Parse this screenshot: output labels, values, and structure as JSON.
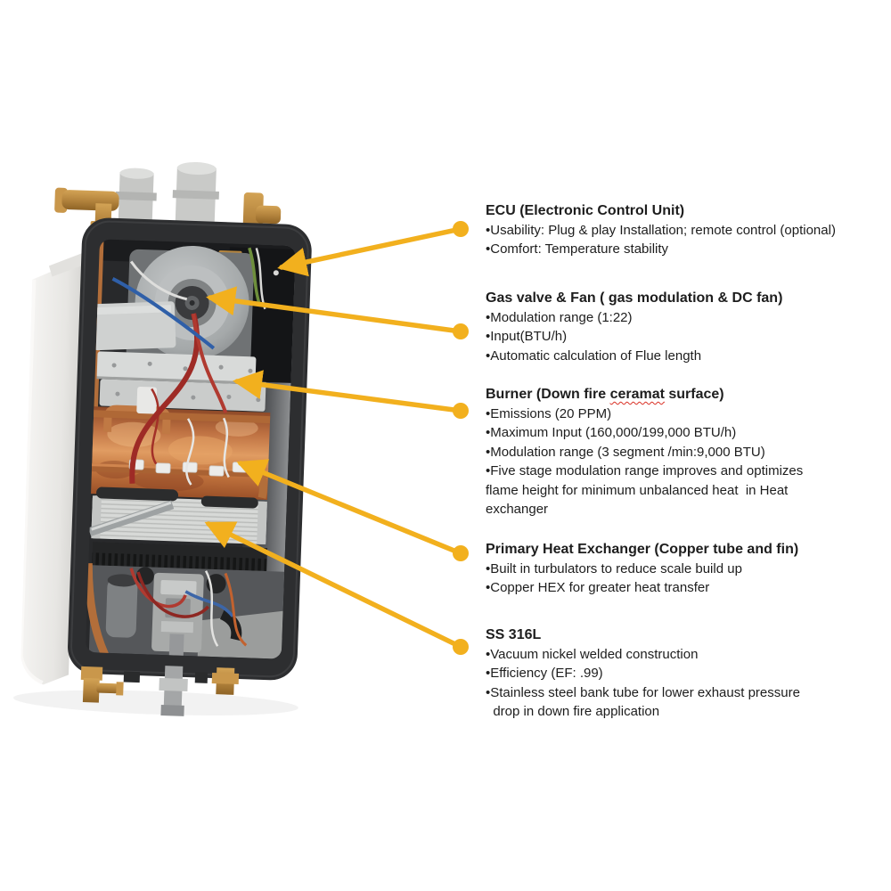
{
  "illustration": {
    "alt": "Tankless gas water heater internal cutaway"
  },
  "colors": {
    "accent_arrow": "#F2B01E",
    "copper": "#B26E3A",
    "brass": "#BE8A42",
    "case_frame": "#2D2E30",
    "text": "#1D1D1D"
  },
  "callouts": [
    {
      "heading": "ECU (Electronic Control Unit)",
      "lines": [
        "•Usability: Plug & play Installation; remote control (optional)",
        "•Comfort: Temperature stability"
      ]
    },
    {
      "heading": "Gas valve & Fan ( gas modulation & DC fan)",
      "lines": [
        "•Modulation range (1:22)",
        "•Input(BTU/h)",
        "•Automatic calculation of Flue length"
      ]
    },
    {
      "heading_pre": "Burner (Down fire ",
      "heading_misspelled": "ceramat",
      "heading_post": " surface)",
      "lines": [
        "•Emissions (20 PPM)",
        "•Maximum Input (160,000/199,000 BTU/h)",
        "•Modulation range (3 segment /min:9,000 BTU)",
        "•Five stage modulation range improves and optimizes",
        "flame height for minimum unbalanced heat  in Heat",
        "exchanger"
      ]
    },
    {
      "heading": "Primary Heat Exchanger (Copper tube and fin)",
      "lines": [
        "•Built in turbulators to reduce scale build up",
        "•Copper HEX for greater heat transfer"
      ]
    },
    {
      "heading": "SS 316L",
      "lines": [
        "•Vacuum nickel welded construction",
        "•Efficiency (EF: .99)",
        "•Stainless steel bank tube for lower exhaust pressure",
        "  drop in down fire application"
      ]
    }
  ]
}
